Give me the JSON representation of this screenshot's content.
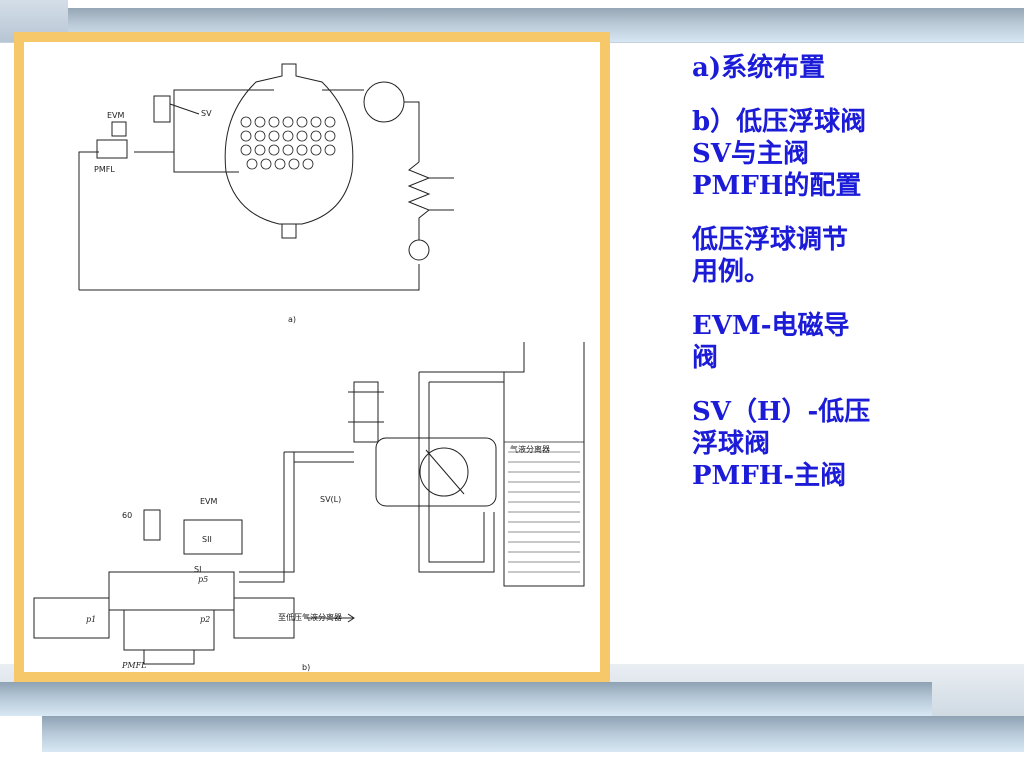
{
  "figure": {
    "label_a": "a)",
    "label_b": "b)",
    "diagram_a_labels": {
      "evm": "EVM",
      "sv": "SV",
      "pmfl": "PMFL"
    },
    "diagram_b_labels": {
      "separator": "气液分离器",
      "svl": "SV(L)",
      "evm": "EVM",
      "sixty": "60",
      "sii": "SII",
      "si": "SI",
      "p5": "p5",
      "p1": "p1",
      "p2": "p2",
      "outlet": "至低压气液分离器",
      "pmfl": "PMFL"
    }
  },
  "text_panel": {
    "p1": [
      "a)系统布置"
    ],
    "p2": [
      "b）低压浮球阀",
      "SV与主阀",
      "PMFH的配置"
    ],
    "p3": [
      "低压浮球调节",
      "用例。"
    ],
    "p4": [
      "EVM-电磁导",
      "阀"
    ],
    "p5": [
      "SV（H）-低压",
      "浮球阀",
      "PMFH-主阀"
    ]
  },
  "colors": {
    "text": "#1b1bd8",
    "frame": "#f7c86a",
    "band_dark": "#8ea2b4",
    "band_light": "#d8e8f4"
  }
}
